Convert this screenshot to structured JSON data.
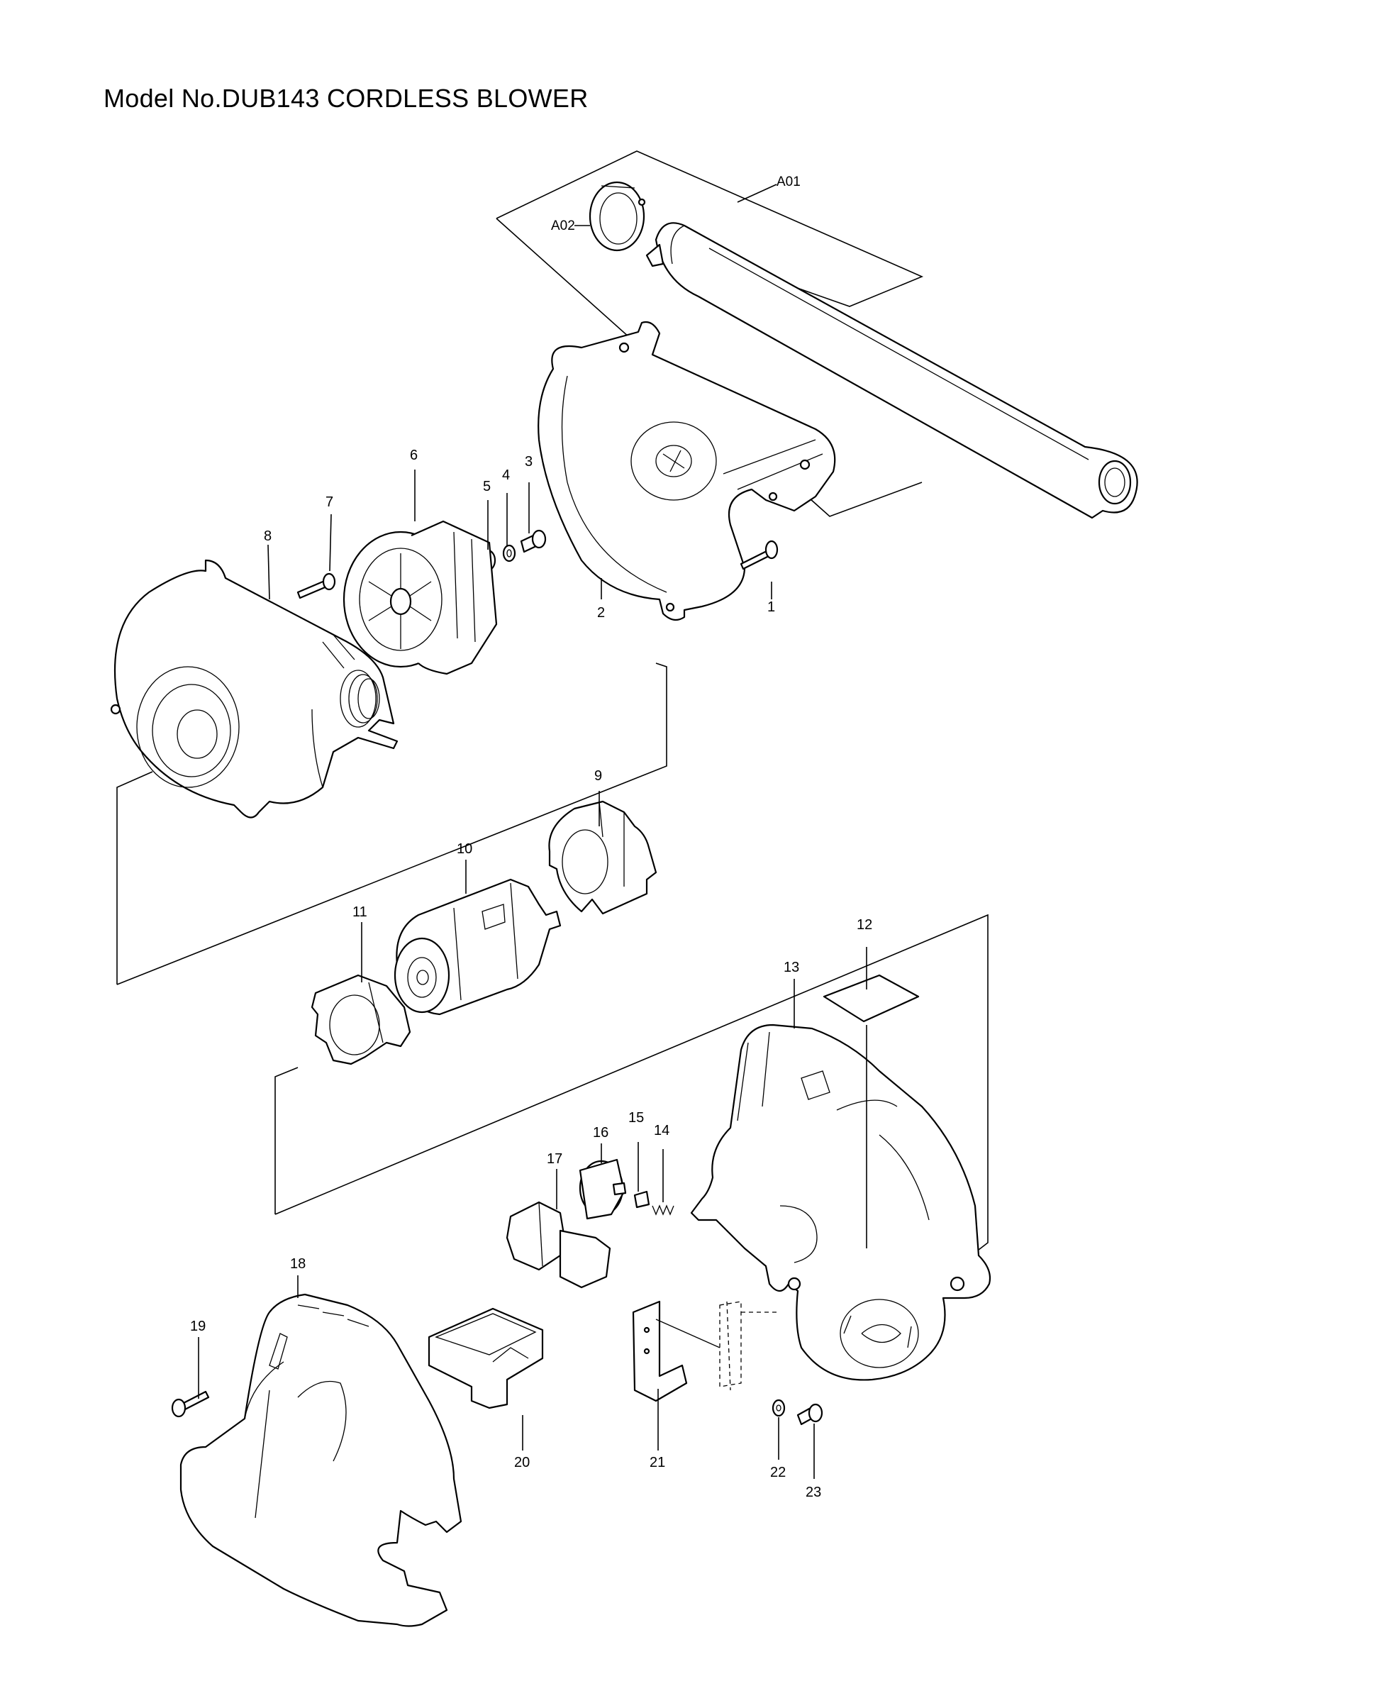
{
  "title": "Model No.DUB143 CORDLESS BLOWER",
  "callouts": {
    "A01": "A01",
    "A02": "A02",
    "p1": "1",
    "p2": "2",
    "p3": "3",
    "p4": "4",
    "p5": "5",
    "p6": "6",
    "p7": "7",
    "p8": "8",
    "p9": "9",
    "p10": "10",
    "p11": "11",
    "p12": "12",
    "p13": "13",
    "p14": "14",
    "p15": "15",
    "p16": "16",
    "p17": "17",
    "p18": "18",
    "p19": "19",
    "p20": "20",
    "p21": "21",
    "p22": "22",
    "p23": "23"
  }
}
